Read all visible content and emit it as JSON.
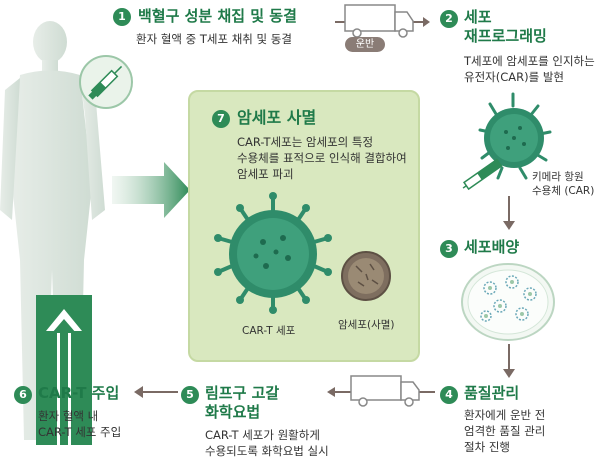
{
  "steps": [
    {
      "num": "1",
      "title": "백혈구 성분 채집 및 동결",
      "desc": [
        "환자 혈액 중 T세포 채취 및 동결"
      ]
    },
    {
      "num": "2",
      "title": [
        "세포",
        "재프로그래밍"
      ],
      "desc": [
        "T세포에 암세포를 인지하는",
        "유전자(CAR)를 발현"
      ]
    },
    {
      "num": "3",
      "title": "세포배양",
      "desc": []
    },
    {
      "num": "4",
      "title": "품질관리",
      "desc": [
        "환자에게 운반 전",
        "엄격한 품질 관리",
        "절차 진행"
      ]
    },
    {
      "num": "5",
      "title": [
        "림프구 고갈",
        "화학요법"
      ],
      "desc": [
        "CAR-T 세포가 원활하게",
        "수용되도록 화학요법 실시"
      ]
    },
    {
      "num": "6",
      "title": "CAR-T 주입",
      "desc": [
        "환자 혈액 내",
        "CAR-T 세포 주입"
      ]
    },
    {
      "num": "7",
      "title": "암세포 사멸",
      "desc": [
        "CAR-T세포는 암세포의 특정",
        "수용체를 표적으로 인식해 결합하여",
        "암세포 파괴"
      ]
    }
  ],
  "labels": {
    "transport": "운반",
    "receptor": [
      "키메라 항원",
      "수용체 (CAR)"
    ],
    "car_t_cell": "CAR-T 세포",
    "cancer_cell": "암세포(사멸)"
  },
  "colors": {
    "accent_green": "#1f7a49",
    "badge_green": "#2e8b57",
    "panel_bg": "#d9e8bf",
    "arrow_brown": "#7a6a64",
    "cell_green": "#2f8c6a"
  }
}
